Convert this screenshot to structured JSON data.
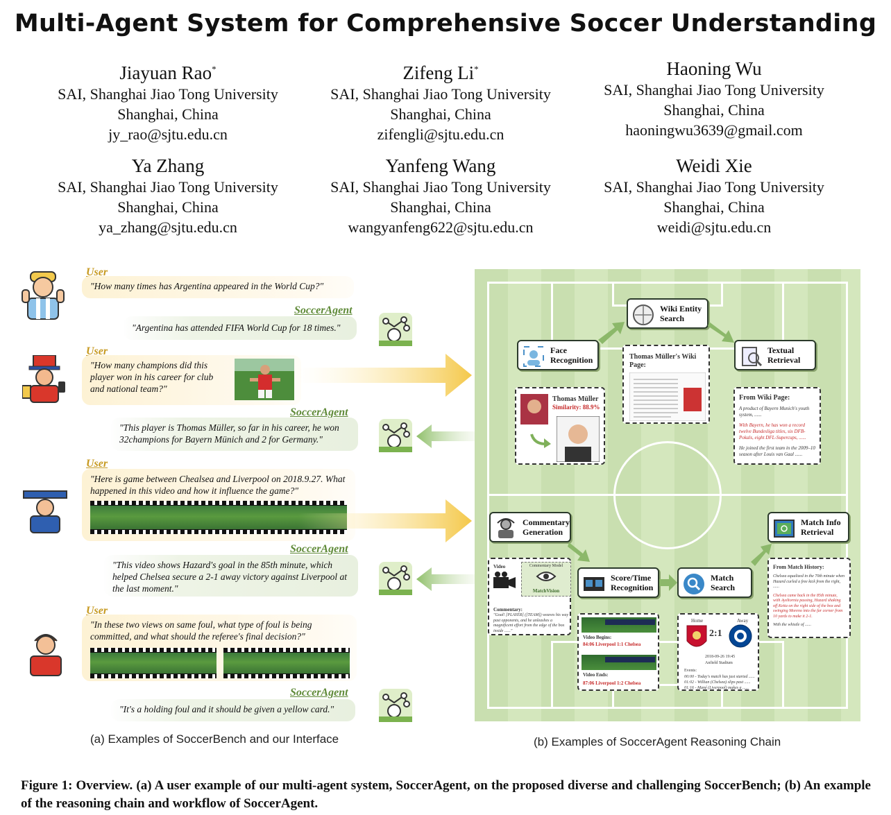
{
  "title": "Multi-Agent System for Comprehensive Soccer Understanding",
  "authors": [
    {
      "name": "Jiayuan Rao",
      "mark": "*",
      "affil": "SAI, Shanghai Jiao Tong University",
      "loc": "Shanghai, China",
      "email": "jy_rao@sjtu.edu.cn"
    },
    {
      "name": "Zifeng Li",
      "mark": "*",
      "affil": "SAI, Shanghai Jiao Tong University",
      "loc": "Shanghai, China",
      "email": "zifengli@sjtu.edu.cn"
    },
    {
      "name": "Haoning Wu",
      "mark": "",
      "affil": "SAI, Shanghai Jiao Tong University",
      "loc": "Shanghai, China",
      "email": "haoningwu3639@gmail.com"
    },
    {
      "name": "Ya Zhang",
      "mark": "",
      "affil": "SAI, Shanghai Jiao Tong University",
      "loc": "Shanghai, China",
      "email": "ya_zhang@sjtu.edu.cn"
    },
    {
      "name": "Yanfeng Wang",
      "mark": "",
      "affil": "SAI, Shanghai Jiao Tong University",
      "loc": "Shanghai, China",
      "email": "wangyanfeng622@sjtu.edu.cn"
    },
    {
      "name": "Weidi Xie",
      "mark": "",
      "affil": "SAI, Shanghai Jiao Tong University",
      "loc": "Shanghai, China",
      "email": "weidi@sjtu.edu.cn"
    }
  ],
  "left": {
    "user_label": "User",
    "agent_label": "SoccerAgent",
    "q1": "\"How many times has Argentina appeared in the World Cup?\"",
    "a1": "\"Argentina has attended FIFA World Cup for 18 times.\"",
    "q2": "\"How many champions did this player won in his career for club and national team?\"",
    "a2": "\"This player is Thomas Müller, so far in his career, he won 32champions for Bayern Münich and 2 for Germany.\"",
    "q3": "\"Here is game between Chealsea and Liverpool on 2018.9.27. What happened in this video and how it influence the game?\"",
    "a3": "\"This video shows Hazard's goal in the 85th minute, which helped Chelsea secure a 2-1 away victory against Liverpool at the last moment.\"",
    "q4": "\"In these two views on same foul, what type of foul is being committed, and what should the referee's final decision?\"",
    "a4": "\"It's a holding foul and it should be given a yellow card.\"",
    "caption": "(a) Examples of SoccerBench and our Interface"
  },
  "right": {
    "wiki": "Wiki Entity Search",
    "face": "Face Recognition",
    "textual": "Textual Retrieval",
    "muller_name": "Thomas Müller",
    "similarity": "Similarity: 88.9%",
    "wiki_page": "Thomas Müller's Wiki Page:",
    "from_wiki": "From Wiki Page:",
    "wiki_t1": "A product of Bayern Munich's youth system, ......",
    "wiki_t2": "With Bayern, he has won a record twelve Bundesliga titles, six DFB-Pokals, eight DFL-Supercups, ......",
    "wiki_t3": "He joined the first team in the 2009–10 season after Louis van Gaal ......",
    "commentary": "Commentary Generation",
    "matchinfo": "Match Info Retrieval",
    "score": "Score/Time Recognition",
    "match_search": "Match Search",
    "video": "Video",
    "comm_model": "Commentary Model",
    "matchvision": "MatchVision",
    "commentary_lbl": "Commentary:",
    "comm_text": "\"Goal! [PLAYER] ([TEAM]) weaves his way past opponents, and he unleashes a magnificent effort from the edge of the box inside ......\"",
    "video_begins": "Video Begins:",
    "begin_val": "84:06 Liverpool 1:1 Chelsea",
    "video_ends": "Video Ends:",
    "end_val": "87:06 Liverpool 1:2 Chelsea",
    "home": "Home",
    "away": "Away",
    "score_val": "2:1",
    "date_val": "2018-09-26 19:45",
    "stadium": "Anfield Stadium",
    "events": "Events:",
    "ev1": "00:00 - Today's match has just started ......",
    "ev2": "01:02 - Willian (Chelsea) slips past ......",
    "ev3": "01:16 - Mané (Liverpool) makes a ......",
    "from_match": "From Match History:",
    "mh1": "Chelsea equalized in the 70th minute when Hazard curled a free kick from the right, ......",
    "mh2": "Chelsea came back in the 85th minute, with Ayeltornia passing, Hazard shaking off Keita on the right side of the box and swinging Moreno into the far corner from 10 yards to make it 2-1.",
    "mh3": "With the whistle of ......",
    "caption": "(b) Examples of SoccerAgent Reasoning Chain"
  },
  "figure_caption": "Figure 1: Overview. (a) A user example of our multi-agent system, SoccerAgent, on the proposed diverse and challenging SoccerBench; (b) An example of the reasoning chain and workflow of SoccerAgent.",
  "colors": {
    "user": "#c79a21",
    "agent": "#5f8a38",
    "accent_red": "#c62828",
    "pitch": "#c9dfb0"
  }
}
